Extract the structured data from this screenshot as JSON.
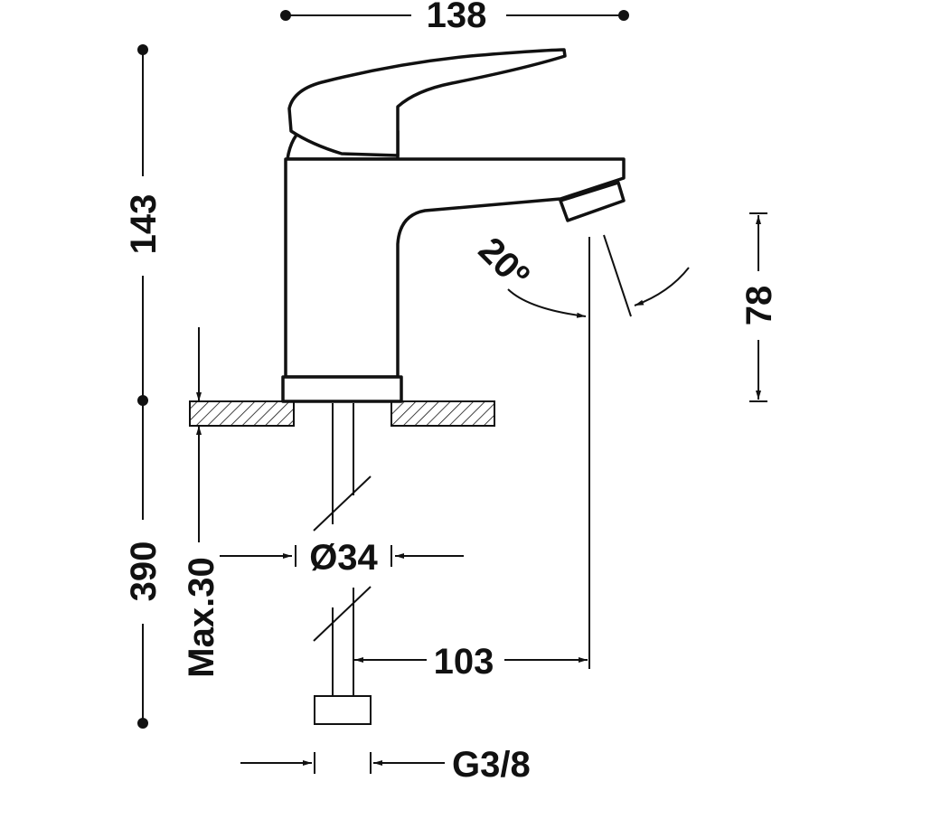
{
  "dimensions": {
    "top_width": "138",
    "total_height": "143",
    "pipe_length": "390",
    "spout_height": "78",
    "spout_reach": "103",
    "pipe_diameter": "Ø34",
    "deck_thickness": "Max.30",
    "connector": "G3/8",
    "spout_angle": "20º"
  },
  "colors": {
    "ink": "#111111",
    "paper": "#ffffff"
  }
}
